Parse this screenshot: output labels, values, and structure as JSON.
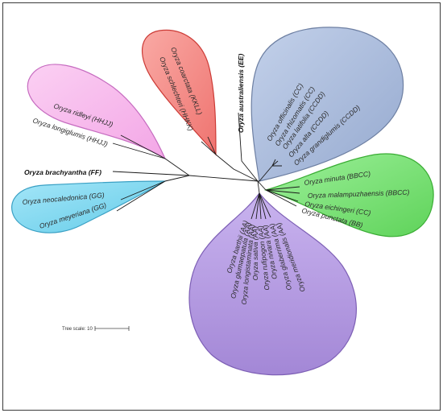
{
  "tree_scale": {
    "label": "Tree scale: 10"
  },
  "clades": {
    "pink": {
      "color": "#f5b3ea",
      "stroke": "#c66cc0",
      "taxa": [
        "Oryza ridleyi (HHJJ)",
        "Oryza longiglumis (HHJJ)"
      ]
    },
    "red": {
      "color": "#f48a86",
      "stroke": "#cc3b36",
      "taxa": [
        "Oryza coarctata (KKLL)",
        "Oryza schlechteri (HHKK)"
      ]
    },
    "blue": {
      "color": "#aabcdb",
      "stroke": "#6d7fa2",
      "taxa": [
        "Oryza officinalis (CC)",
        "Oryza rhizomatis (CC)",
        "Oryza latifolia (CCDD)",
        "Oryza alta (CCDD)",
        "Oryza grandiglumis (CCDD)"
      ]
    },
    "green": {
      "color": "#7fe07a",
      "stroke": "#39ac33",
      "taxa": [
        "Oryza minuta (BBCC)",
        "Oryza malampuzhaensis (BBCC)",
        "Oryza eichingeri (CC)",
        "Oryza punctata (BB)"
      ]
    },
    "purple": {
      "color": "#b59be0",
      "stroke": "#7d5fb5",
      "taxa": [
        "Oryza barthii (AA)",
        "Oryza glumaepatula (AA)",
        "Oryza longistaminata (AA)",
        "Oryza sativa (AA)",
        "Oryza rufipogon (AA)",
        "Oryza nivara (AA)",
        "Oryza glaberrima (AA)",
        "Oryza meridionalis (AA)"
      ]
    },
    "cyan": {
      "color": "#7fd8f0",
      "stroke": "#3aa0c4",
      "taxa": [
        "Oryza neocaledonica (GG)",
        "Oryza meyeriana (GG)"
      ]
    }
  },
  "singletons": {
    "australiensis": "Oryza australiensis (EE)",
    "brachyantha": "Oryza brachyantha (FF)"
  }
}
